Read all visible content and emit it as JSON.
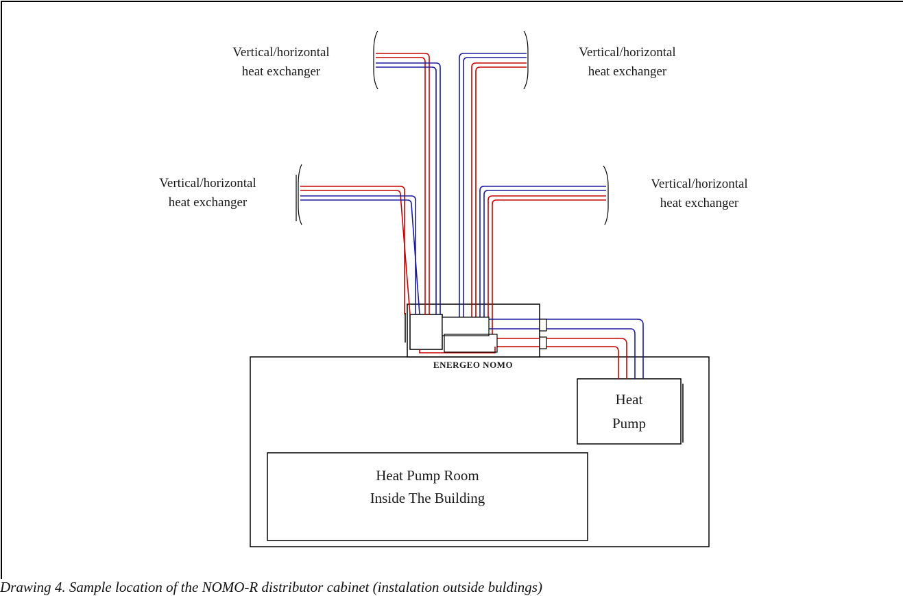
{
  "exchangers": {
    "top_left": [
      "Vertical/horizontal",
      "heat exchanger"
    ],
    "top_right": [
      "Vertical/horizontal",
      "heat exchanger"
    ],
    "mid_left": [
      "Vertical/horizontal",
      "heat exchanger"
    ],
    "mid_right": [
      "Vertical/horizontal",
      "heat exchanger"
    ]
  },
  "building": {
    "label": "ENERGEO NOMO"
  },
  "heat_pump": [
    "Heat",
    "Pump"
  ],
  "room": [
    "Heat Pump Room",
    "Inside The Building"
  ],
  "caption": "Drawing 4. Sample location of the NOMO-R distributor cabinet (instalation outside buldings)",
  "colors": {
    "supply": "#cc0000",
    "return": "#1a1aa0",
    "outline": "#000000"
  }
}
